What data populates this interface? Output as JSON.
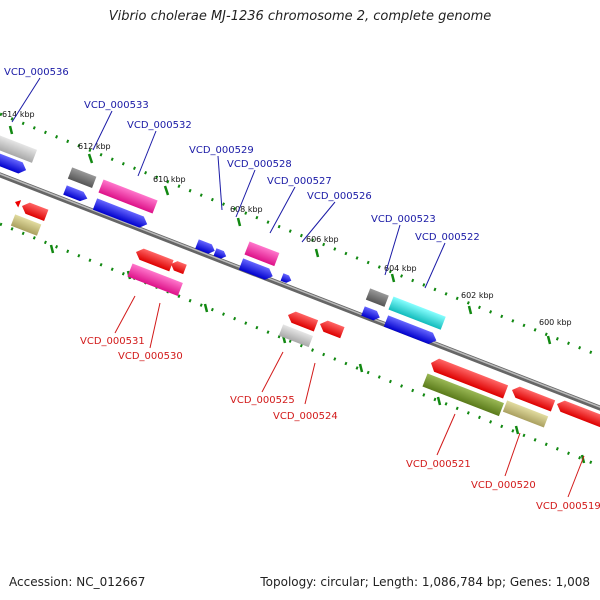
{
  "title": "Vibrio cholerae MJ-1236 chromosome 2, complete genome",
  "footer": {
    "accession": "Accession: NC_012667",
    "summary": "Topology: circular; Length: 1,086,784 bp; Genes: 1,008"
  },
  "ticks": [
    "614 kbp",
    "612 kbp",
    "610 kbp",
    "608 kbp",
    "606 kbp",
    "604 kbp",
    "602 kbp",
    "600 kbp"
  ],
  "loci_top": [
    "VCD_000536",
    "VCD_000533",
    "VCD_000532",
    "VCD_000529",
    "VCD_000528",
    "VCD_000527",
    "VCD_000526",
    "VCD_000523",
    "VCD_000522"
  ],
  "loci_bottom": [
    "VCD_000531",
    "VCD_000530",
    "VCD_000525",
    "VCD_000524",
    "VCD_000521",
    "VCD_000520",
    "VCD_000519"
  ],
  "colors": {
    "blue": "#0000ee",
    "magenta": "#ee2299",
    "red": "#ee0000",
    "gray": "#bbbbbb",
    "dark_gray": "#666666",
    "cyan": "#22cccc",
    "olive": "#6b8e23",
    "khaki": "#bdb76b",
    "backbone": "#888888",
    "ticks": "#118811"
  }
}
